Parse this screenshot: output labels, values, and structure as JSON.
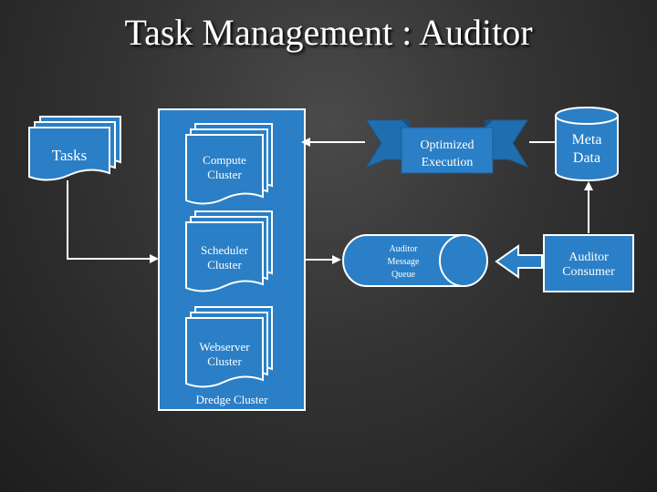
{
  "title": "Task Management : Auditor",
  "nodes": {
    "tasks": "Tasks",
    "compute_cluster": [
      "Compute",
      "Cluster"
    ],
    "scheduler_cluster": [
      "Scheduler",
      "Cluster"
    ],
    "webserver_cluster": [
      "Webserver",
      "Cluster"
    ],
    "dredge_cluster": "Dredge Cluster",
    "optimized_execution": [
      "Optimized",
      "Execution"
    ],
    "meta_data": [
      "Meta",
      "Data"
    ],
    "auditor_message_queue": [
      "Auditor",
      "Message",
      "Queue"
    ],
    "auditor_consumer": [
      "Auditor",
      "Consumer"
    ]
  },
  "colors": {
    "node_fill": "#2a7fc6",
    "node_stroke": "#ffffff",
    "arrow": "#ffffff"
  }
}
